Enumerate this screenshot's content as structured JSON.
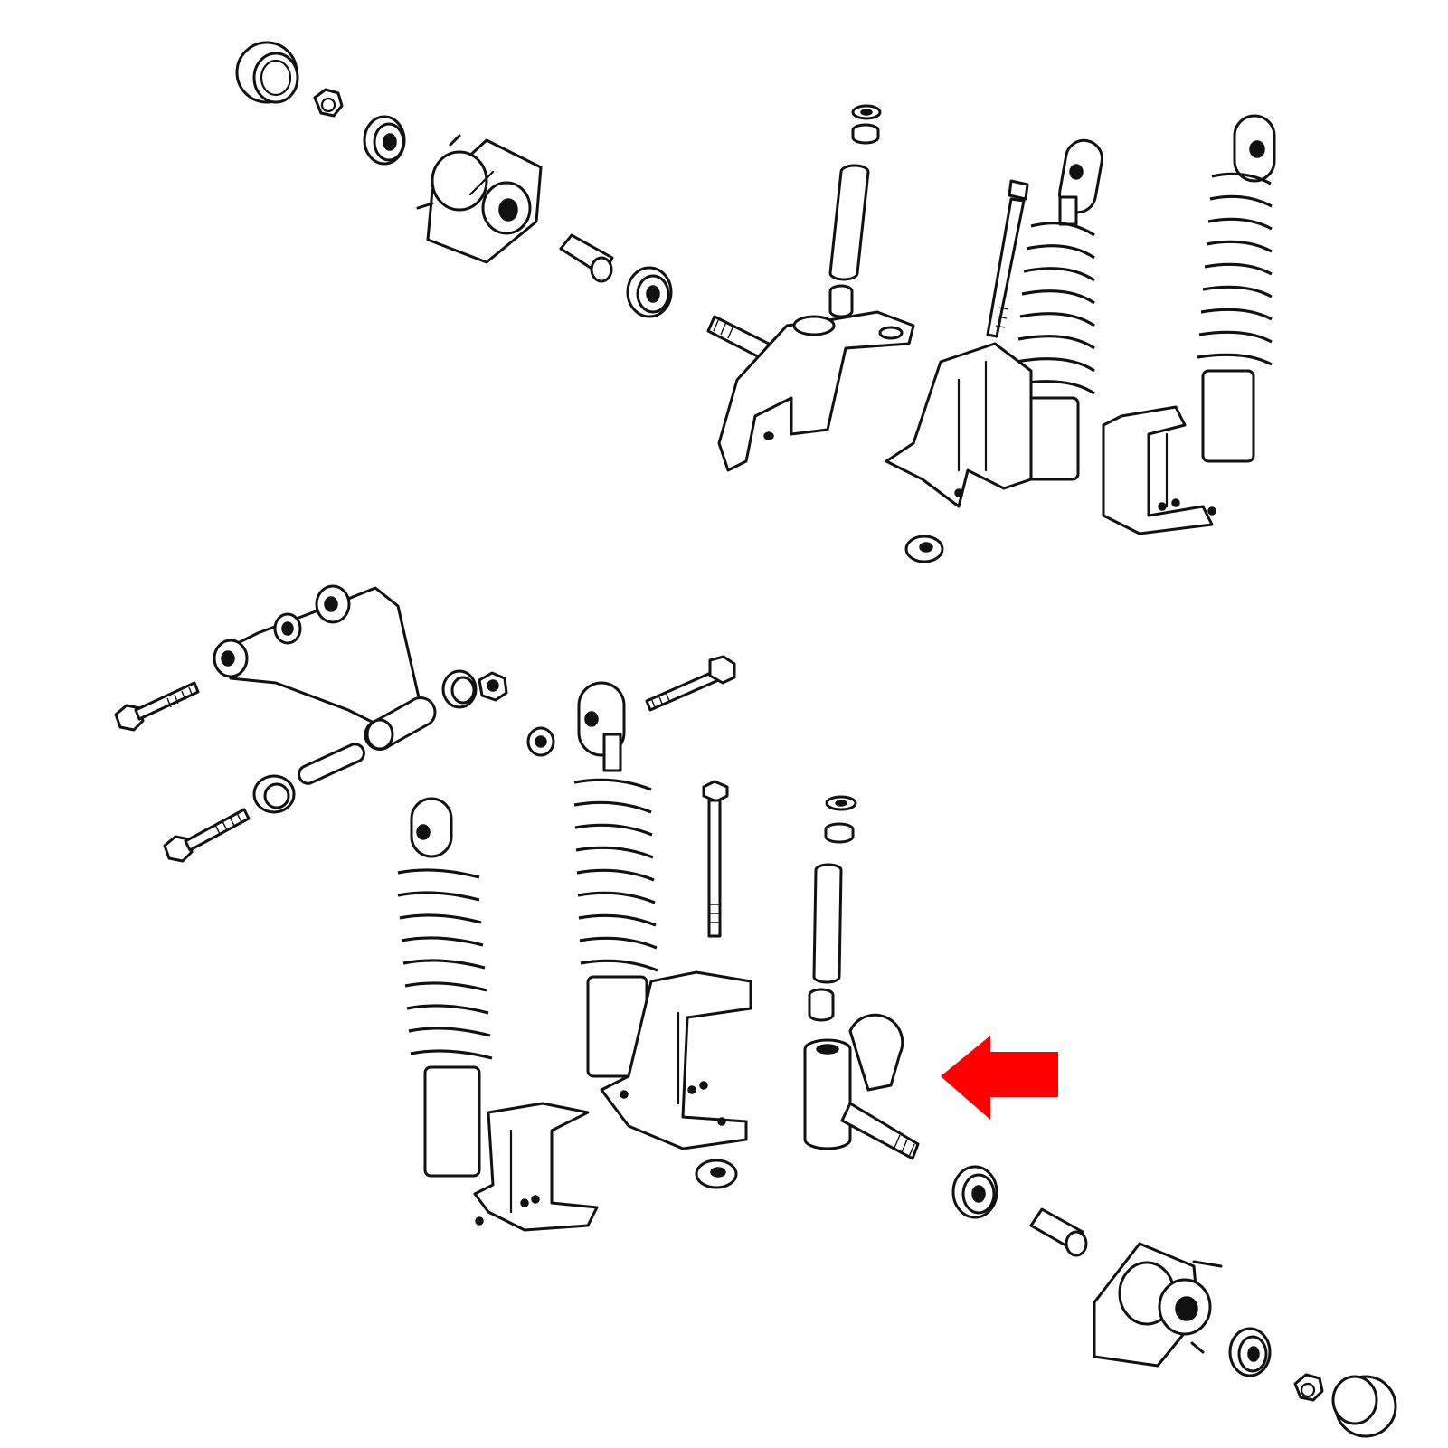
{
  "diagram": {
    "colors": {
      "line": "#111111",
      "fill": "#ffffff",
      "callout_arrow": "#ff0000"
    },
    "groups": [
      "upper-wheel-assembly",
      "lower-wheel-assembly"
    ],
    "callout": {
      "target": "lower-spindle",
      "direction": "left"
    }
  }
}
